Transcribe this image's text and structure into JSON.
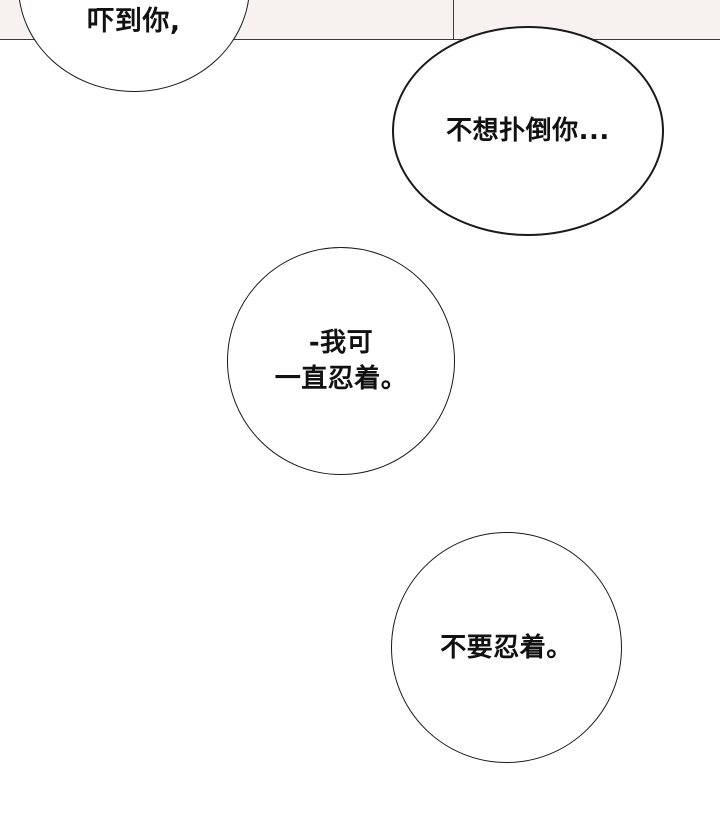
{
  "panel": {
    "background": "#f7f1f0",
    "border_color": "#3a3a3a"
  },
  "bubbles": [
    {
      "lines": [
        "吓到你,"
      ]
    },
    {
      "lines": [
        "不想扑倒你..."
      ]
    },
    {
      "lines": [
        "-我可",
        "一直忍着。"
      ]
    },
    {
      "lines": [
        "不要忍着。"
      ]
    }
  ]
}
